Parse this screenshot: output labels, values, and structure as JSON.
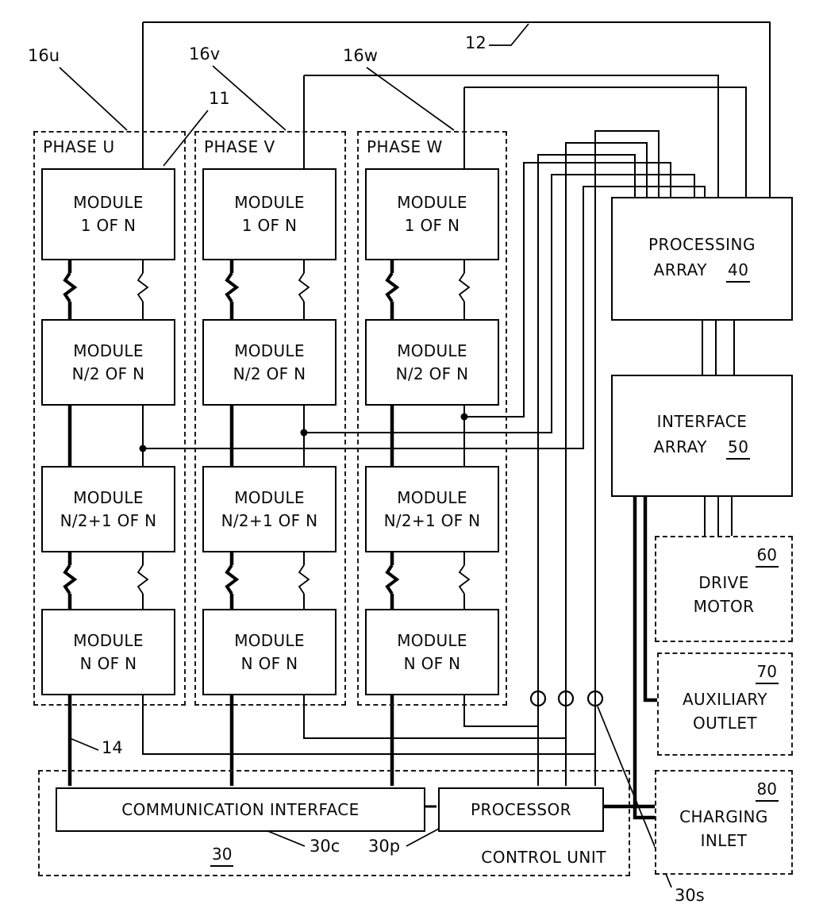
{
  "refs": {
    "phase_u": "16u",
    "phase_v": "16v",
    "phase_w": "16w",
    "module": "11",
    "bus": "12",
    "rail": "14",
    "comm_interface": "30c",
    "processor": "30p",
    "sensors": "30s"
  },
  "phases": [
    {
      "label": "PHASE U",
      "modules": [
        {
          "l1": "MODULE",
          "l2": "1 OF N"
        },
        {
          "l1": "MODULE",
          "l2": "N/2 OF N"
        },
        {
          "l1": "MODULE",
          "l2": "N/2+1 OF N"
        },
        {
          "l1": "MODULE",
          "l2": "N OF N"
        }
      ]
    },
    {
      "label": "PHASE V",
      "modules": [
        {
          "l1": "MODULE",
          "l2": "1 OF N"
        },
        {
          "l1": "MODULE",
          "l2": "N/2 OF N"
        },
        {
          "l1": "MODULE",
          "l2": "N/2+1 OF N"
        },
        {
          "l1": "MODULE",
          "l2": "N OF N"
        }
      ]
    },
    {
      "label": "PHASE W",
      "modules": [
        {
          "l1": "MODULE",
          "l2": "1 OF N"
        },
        {
          "l1": "MODULE",
          "l2": "N/2 OF N"
        },
        {
          "l1": "MODULE",
          "l2": "N/2+1 OF N"
        },
        {
          "l1": "MODULE",
          "l2": "N OF N"
        }
      ]
    }
  ],
  "blocks": {
    "processing_array": {
      "line1": "PROCESSING",
      "line2": "ARRAY",
      "ref": "40"
    },
    "interface_array": {
      "line1": "INTERFACE",
      "line2": "ARRAY",
      "ref": "50"
    },
    "drive_motor": {
      "line1": "DRIVE",
      "line2": "MOTOR",
      "ref": "60"
    },
    "auxiliary_outlet": {
      "line1": "AUXILIARY",
      "line2": "OUTLET",
      "ref": "70"
    },
    "charging_inlet": {
      "line1": "CHARGING",
      "line2": "INLET",
      "ref": "80"
    }
  },
  "control_unit": {
    "label": "CONTROL UNIT",
    "ref": "30",
    "communication_interface": "COMMUNICATION INTERFACE",
    "processor": "PROCESSOR"
  },
  "colors": {
    "line": "#000000",
    "background": "#ffffff"
  }
}
